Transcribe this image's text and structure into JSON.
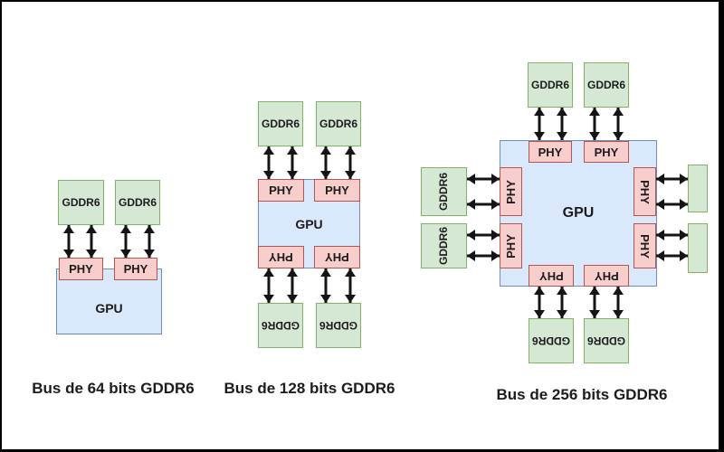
{
  "labels": {
    "gddr6": "GDDR6",
    "phy": "PHY",
    "gpu": "GPU"
  },
  "diagrams": [
    {
      "id": "bus-64",
      "caption": "Bus de 64 bits GDDR6",
      "gddr6_chips_visible": 2,
      "phy_blocks": 2
    },
    {
      "id": "bus-128",
      "caption": "Bus de 128 bits GDDR6",
      "gddr6_chips_visible": 4,
      "phy_blocks": 4
    },
    {
      "id": "bus-256",
      "caption": "Bus de 256 bits GDDR6",
      "gddr6_chips_visible": 8,
      "phy_blocks": 8
    }
  ],
  "colors": {
    "background": "#ffffff",
    "frame": "#000000",
    "text": "#1c1c1c",
    "arrow": "#141414",
    "gddr6_fill": "#d5e8d4",
    "gddr6_border": "#82b366",
    "phy_fill": "#f8cecc",
    "phy_border": "#b85450",
    "gpu_fill": "#dae8fc",
    "gpu_border": "#6c8ebf"
  }
}
